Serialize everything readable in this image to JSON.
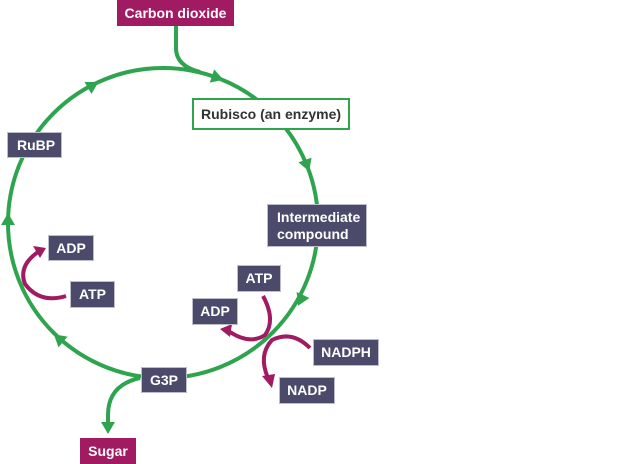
{
  "colors": {
    "cycle": "#2ea44f",
    "energy_arrows": "#a01b62",
    "molecule_box": "#4b4a6b",
    "input_output_box": "#a01b62",
    "enzyme_border": "#2ea44f"
  },
  "labels": {
    "carbon_dioxide": "Carbon dioxide",
    "rubisco": "Rubisco (an enzyme)",
    "intermediate": "Intermediate compound",
    "atp_right": "ATP",
    "adp_right": "ADP",
    "nadph": "NADPH",
    "nadp": "NADP",
    "g3p": "G3P",
    "sugar": "Sugar",
    "atp_left": "ATP",
    "adp_left": "ADP",
    "rubp": "RuBP"
  }
}
